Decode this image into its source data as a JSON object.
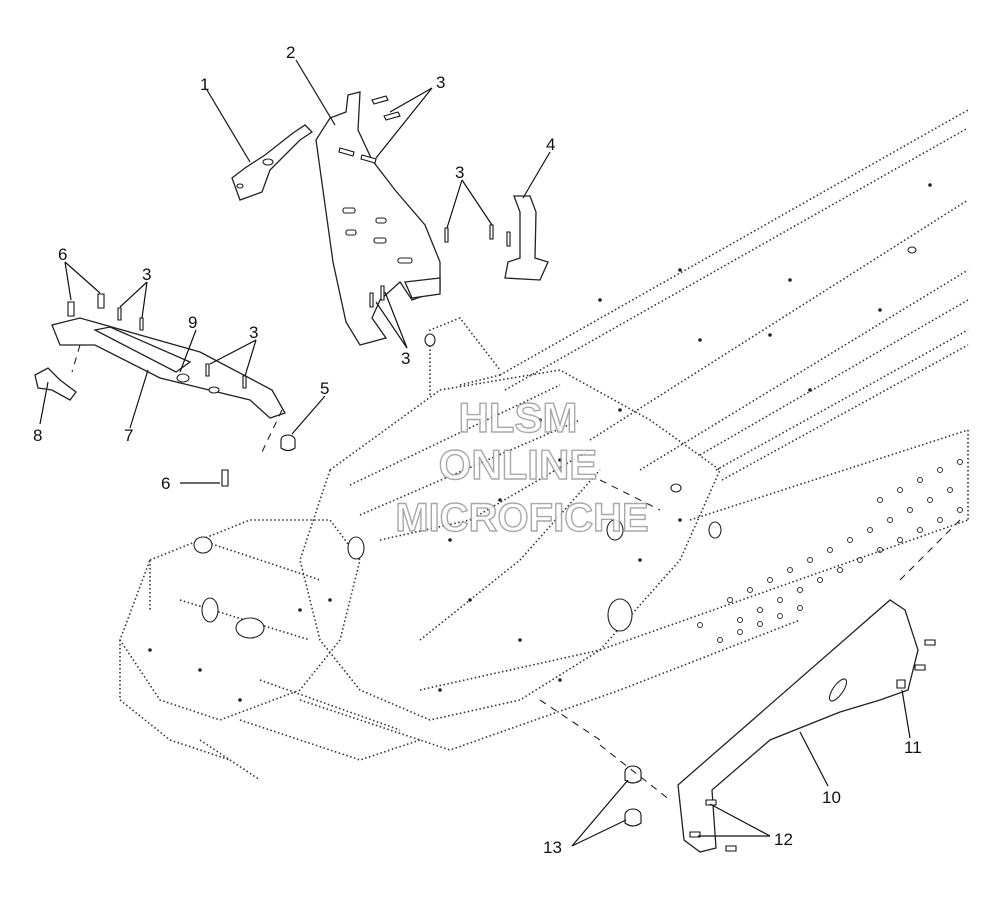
{
  "watermark": {
    "line1": "HLSM",
    "line2": "ONLINE",
    "line3": "MICROFICHE"
  },
  "callouts": {
    "c1": "1",
    "c2": "2",
    "c3a": "3",
    "c3b": "3",
    "c3c": "3",
    "c3d": "3",
    "c3e": "3",
    "c4": "4",
    "c5": "5",
    "c6a": "6",
    "c6b": "6",
    "c7": "7",
    "c8": "8",
    "c9": "9",
    "c10": "10",
    "c11": "11",
    "c12": "12",
    "c13": "13"
  },
  "colors": {
    "ink": "#111111",
    "watermark_outline": "#9a9a9a",
    "background": "#ffffff"
  }
}
